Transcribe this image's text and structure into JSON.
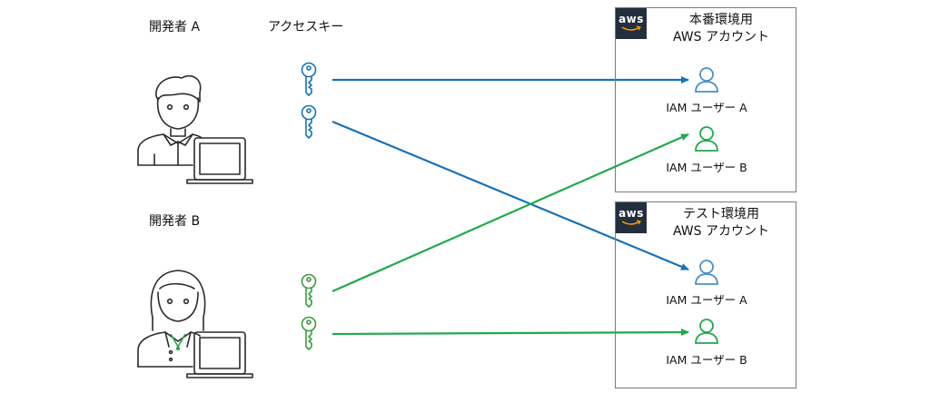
{
  "developers": [
    {
      "label": "開発者 A",
      "color": "#1672b8"
    },
    {
      "label": "開発者 B",
      "color": "#1faa4b"
    }
  ],
  "access_key_label": "アクセスキー",
  "accounts": [
    {
      "logo": "aws",
      "title_line1": "本番環境用",
      "title_line2": "AWS アカウント",
      "users": [
        {
          "label": "IAM ユーザー A",
          "color": "#4a90c8"
        },
        {
          "label": "IAM ユーザー B",
          "color": "#1faa4b"
        }
      ]
    },
    {
      "logo": "aws",
      "title_line1": "テスト環境用",
      "title_line2": "AWS アカウント",
      "users": [
        {
          "label": "IAM ユーザー A",
          "color": "#4a90c8"
        },
        {
          "label": "IAM ユーザー B",
          "color": "#1faa4b"
        }
      ]
    }
  ],
  "colors": {
    "blue": "#1672b8",
    "green": "#1faa4b",
    "border": "#7a7a7a",
    "aws_dark": "#232f3e"
  }
}
